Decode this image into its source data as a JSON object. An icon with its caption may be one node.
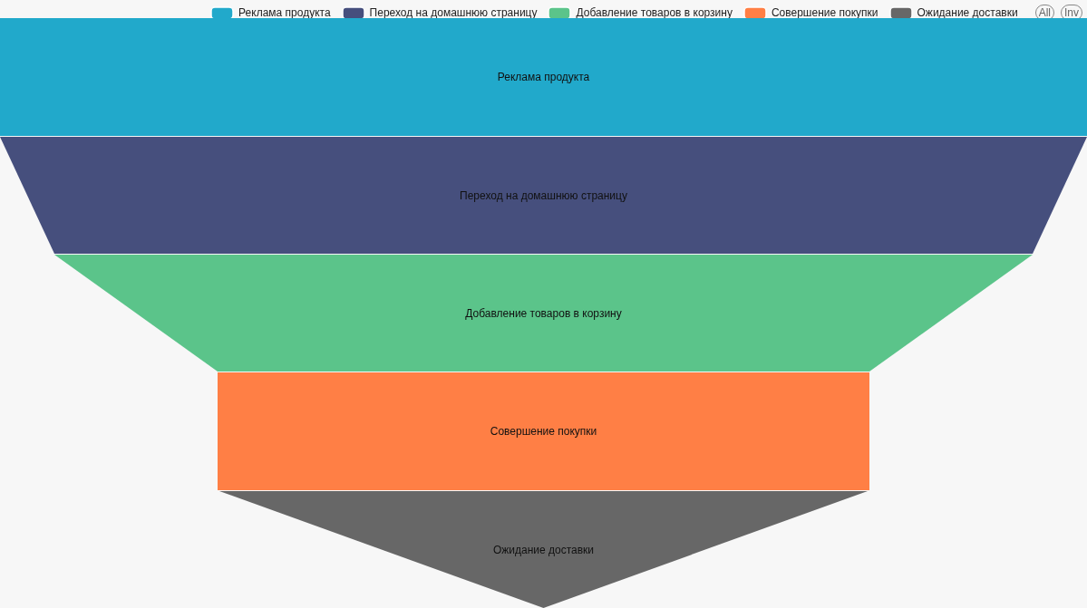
{
  "diagram": {
    "nodes": [
      {
        "text": [
          "Реклама продукта"
        ]
      },
      {
        "text": [
          "Переход на домашнюю страницу"
        ]
      },
      {
        "text": [
          "Добавление товаров в корзину"
        ]
      },
      {
        "text": [
          "Совершение покупки"
        ]
      },
      {
        "text": [
          "Ожидание доставки"
        ]
      }
    ],
    "labels": [
      "All",
      "Inv"
    ],
    "legend": [
      {
        "text": "Реклама продукта",
        "color": "#21a9cb"
      },
      {
        "text": "Переход на домашнюю страницу",
        "color": "#464f7d"
      },
      {
        "text": "Добавление товаров в корзину",
        "color": "#5bc48a"
      },
      {
        "text": "Совершение покупки",
        "color": "#ff7f45"
      },
      {
        "text": "Ожидание доставки",
        "color": "#676767"
      }
    ]
  }
}
